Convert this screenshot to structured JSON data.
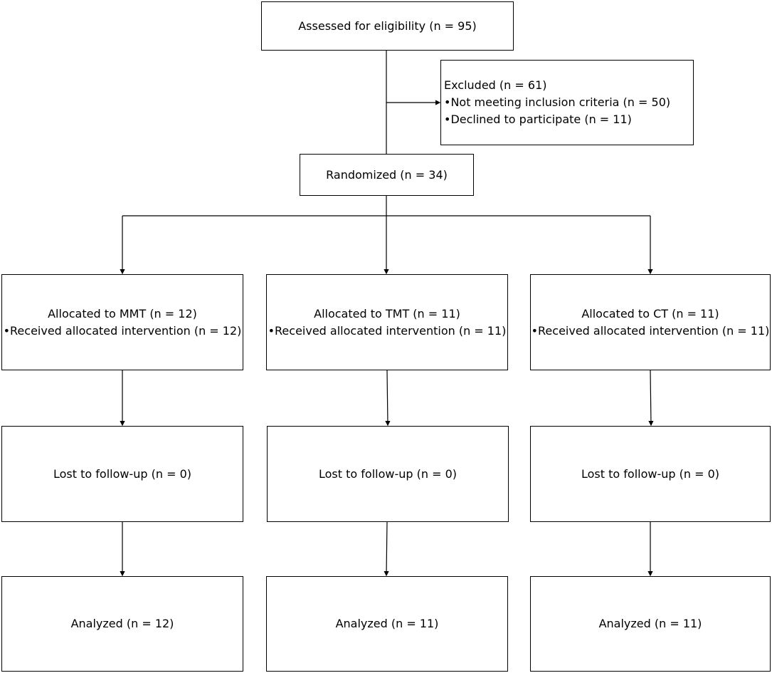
{
  "assessed": "Assessed for eligibility (n = 95)",
  "excluded": {
    "title": "Excluded (n = 61)",
    "items": [
      "Not meeting inclusion criteria (n = 50)",
      "Declined to participate (n = 11)"
    ]
  },
  "randomized": "Randomized (n = 34)",
  "arms": [
    {
      "allocated": "Allocated to MMT (n = 12)",
      "received": "Received allocated intervention (n = 12)",
      "lost": "Lost to follow-up (n = 0)",
      "analyzed": "Analyzed (n = 12)"
    },
    {
      "allocated": "Allocated to TMT (n = 11)",
      "received": "Received allocated intervention (n = 11)",
      "lost": "Lost to follow-up (n = 0)",
      "analyzed": "Analyzed (n = 11)"
    },
    {
      "allocated": "Allocated to CT (n = 11)",
      "received": "Received allocated intervention (n = 11)",
      "lost": "Lost to follow-up (n = 0)",
      "analyzed": "Analyzed (n = 11)"
    }
  ]
}
